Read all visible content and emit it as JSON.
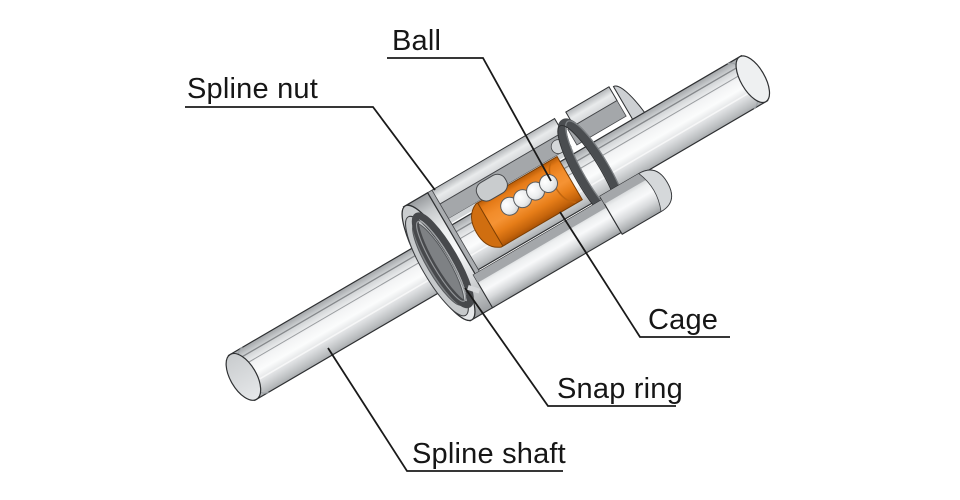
{
  "diagram": {
    "type": "labeled-technical-illustration",
    "subject": "Ball spline assembly (cutaway view)",
    "labels": {
      "ball": {
        "text": "Ball"
      },
      "spline_nut": {
        "text": "Spline nut"
      },
      "cage": {
        "text": "Cage"
      },
      "snap_ring": {
        "text": "Snap ring"
      },
      "spline_shaft": {
        "text": "Spline shaft"
      }
    },
    "parts_visible": {
      "ball_count": 4,
      "snap_ring_count": 2
    },
    "colors": {
      "background": "#FFFFFF",
      "cage_orange": "#EE7F1E",
      "cage_orange_dark": "#C96A15",
      "metal_light": "#F2F3F4",
      "metal_mid": "#C9CCCE",
      "cut_face_gray": "#A4A7AA",
      "snap_ring_dark": "#4A4D50",
      "outline": "#2E3032",
      "leader_line": "#1A1A1A"
    }
  }
}
